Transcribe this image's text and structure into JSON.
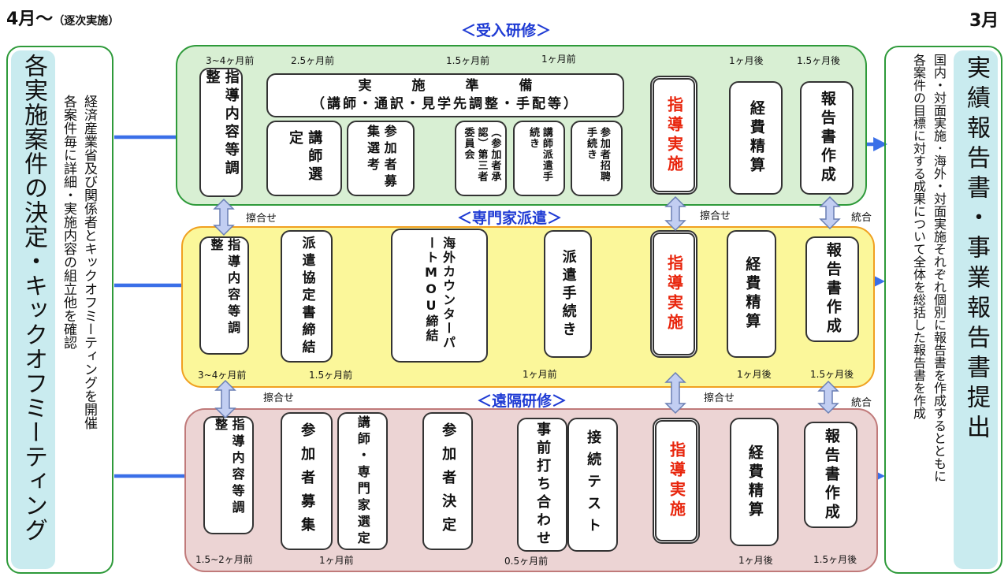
{
  "header": {
    "left": "4月～",
    "left_note": "（逐次実施）",
    "right": "3月"
  },
  "left_col": {
    "title": "各実施案件の決定・キックオフミーティング",
    "line1": "経済産業省及び関係者とキックオフミーティングを開催",
    "line2": "各案件毎に詳細・実施内容の組立他を確認"
  },
  "right_col": {
    "title": "実績報告書・事業報告書提出",
    "line1": "国内・対面実施･海外・対面実施それぞれ個別に報告書を作成するとともに",
    "line2": "各案件の目標に対する成果について全体を総括した報告書を作成"
  },
  "lane1": {
    "title": "＜受入研修＞",
    "times": [
      "3~4ヶ月前",
      "2.5ヶ月前",
      "1.5ヶ月前",
      "1ヶ月前",
      "1ヶ月後",
      "1.5ヶ月後"
    ],
    "adjust": "指導内容等調整",
    "prep_l1": "実　　　施　　　準　　　備",
    "prep_l2": "（講師・通訳・見学先調整・手配等）",
    "lecturer": "講師選定",
    "recruit": "参加者募集選考",
    "committee": "（参加者承認）第三者委員会",
    "dispatch": "講師派遣手続き",
    "invite": "参加者招聘手続き",
    "implement": "指導実施",
    "expense": "経費精算",
    "report": "報告書作成"
  },
  "lane2": {
    "title": "＜専門家派遣＞",
    "times": [
      "3~4ヶ月前",
      "1.5ヶ月前",
      "1ヶ月前",
      "1ヶ月後",
      "1.5ヶ月後"
    ],
    "adjust": "指導内容等調整",
    "agreement": "派遣協定書締結",
    "mou": "海外カウンターパートMOU締結",
    "procedure": "派遣手続き",
    "implement": "指導実施",
    "expense": "経費精算",
    "report": "報告書作成"
  },
  "lane3": {
    "title": "＜遠隔研修＞",
    "times": [
      "1.5~2ヶ月前",
      "1ヶ月前",
      "0.5ヶ月前",
      "1ヶ月後",
      "1.5ヶ月後"
    ],
    "adjust": "指導内容等調整",
    "recruit": "参加者募集",
    "select": "講師・専門家選定",
    "decide": "参加者決定",
    "meeting": "事前打ち合わせ",
    "test": "接続テスト",
    "implement": "指導実施",
    "expense": "経費精算",
    "report": "報告書作成"
  },
  "links": {
    "sync": "擦合せ",
    "merge": "統合"
  },
  "colors": {
    "lane1_bg": "#d8efd3",
    "lane1_border": "#2e9a3a",
    "lane2_bg": "#fbf79a",
    "lane2_border": "#f0a020",
    "lane3_bg": "#ecd4d4",
    "lane3_border": "#c07a7a",
    "header_blue": "#1f3bd4",
    "arrow": "#3a6fe8",
    "accent_red": "#e8250c"
  }
}
